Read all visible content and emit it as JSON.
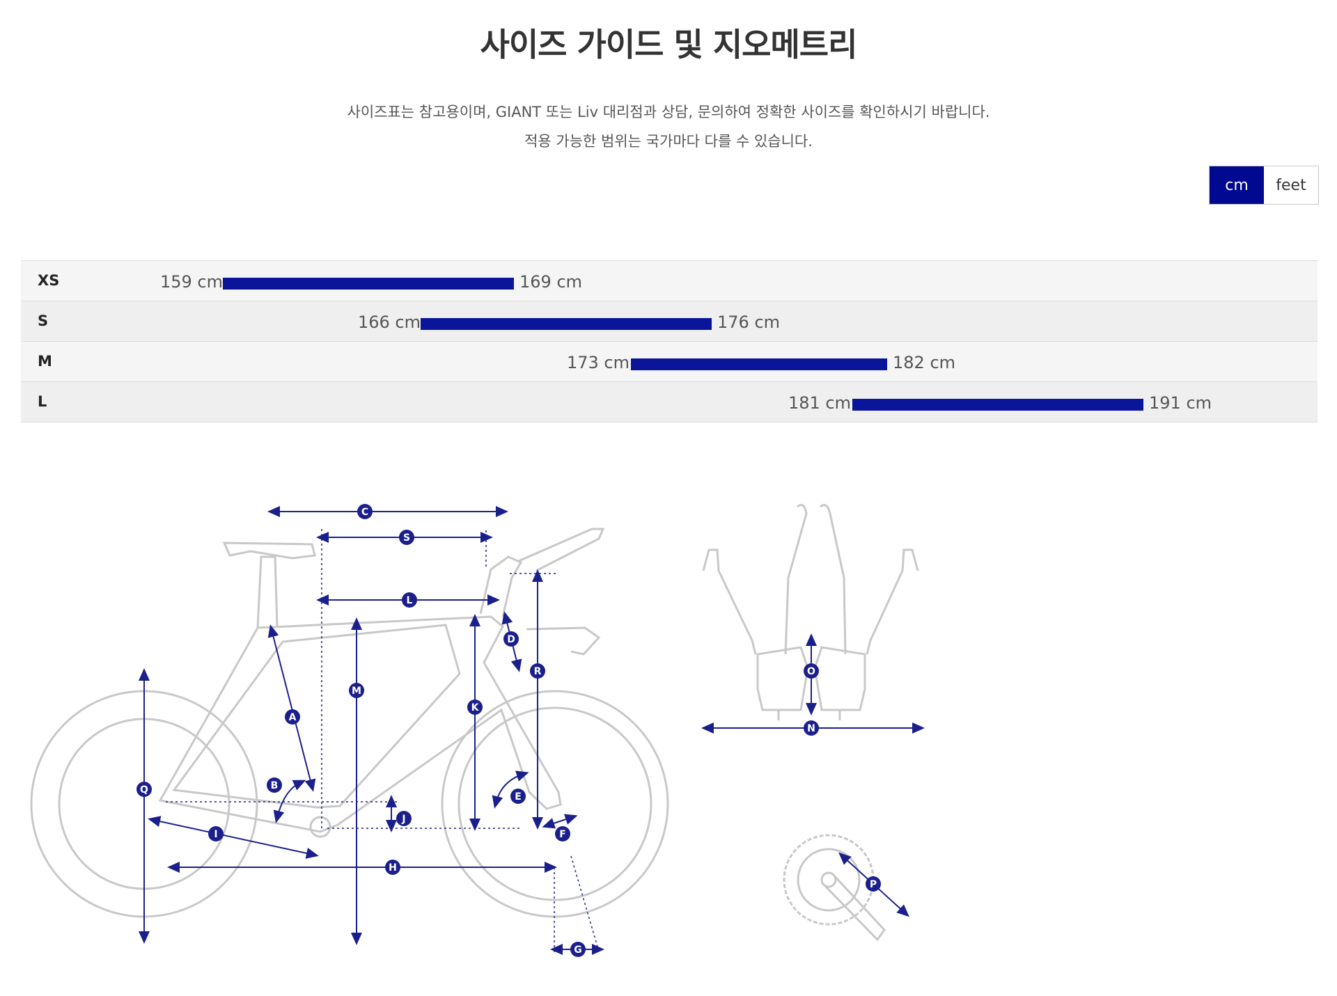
{
  "title": "사이즈 가이드 및 지오메트리",
  "description": {
    "line1": "사이즈표는 참고용이며, GIANT 또는 Liv 대리점과 상담, 문의하여 정확한 사이즈를 확인하시기 바랍니다.",
    "line2": "적용 가능한 범위는 국가마다 다를 수 있습니다."
  },
  "unit_toggle": {
    "options": [
      "cm",
      "feet"
    ],
    "selected": "cm"
  },
  "size_ranges": [
    {
      "size": "XS",
      "min": "159 cm",
      "max": "169 cm"
    },
    {
      "size": "S",
      "min": "166 cm",
      "max": "176 cm"
    },
    {
      "size": "M",
      "min": "173 cm",
      "max": "182 cm"
    },
    {
      "size": "L",
      "min": "181 cm",
      "max": "191 cm"
    }
  ],
  "colors": {
    "accent": "#00098f",
    "bar": "#0a159a",
    "bike_line": "#c8c8c8"
  },
  "geometry_labels": [
    "A",
    "B",
    "C",
    "D",
    "E",
    "F",
    "G",
    "H",
    "I",
    "J",
    "K",
    "L",
    "M",
    "N",
    "O",
    "P",
    "Q",
    "R",
    "S"
  ]
}
